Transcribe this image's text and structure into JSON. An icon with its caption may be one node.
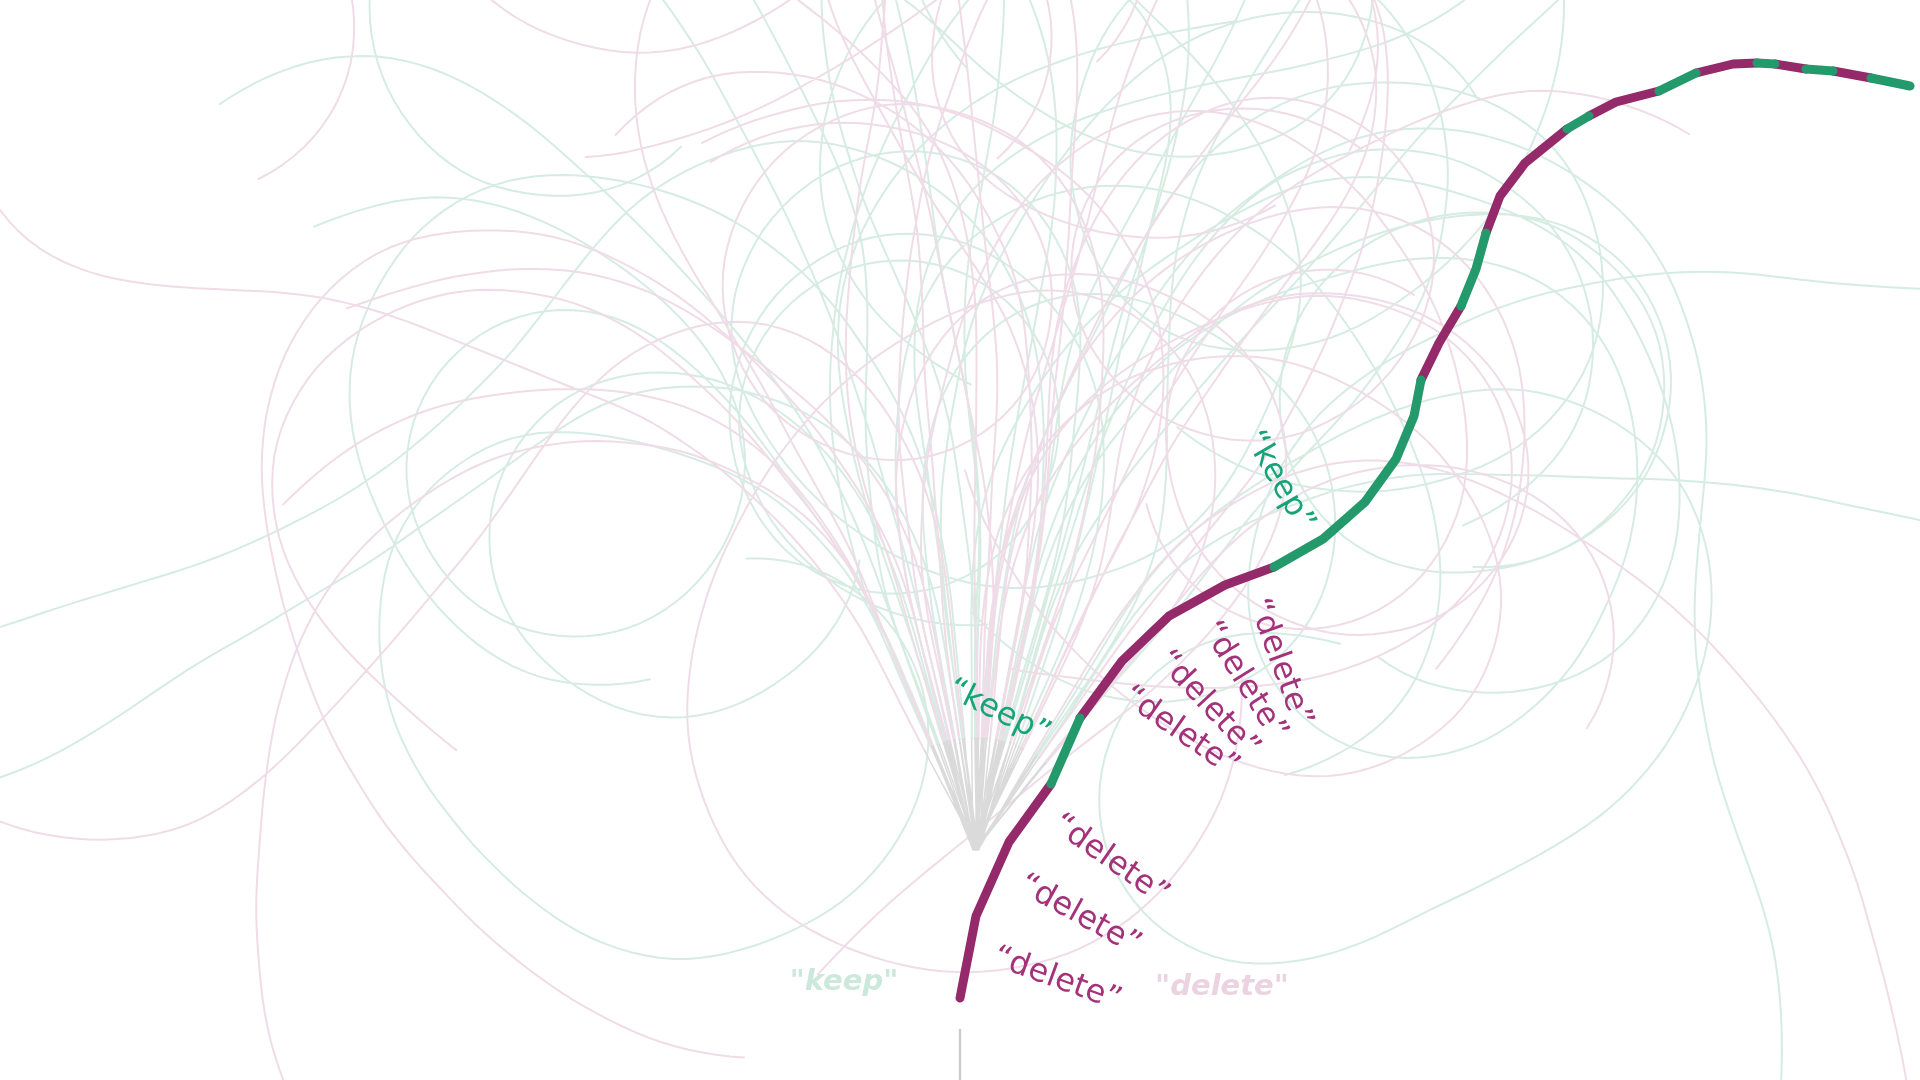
{
  "diagram": {
    "labels": [
      "“keep”",
      "“keep”",
      "“delete”",
      "“delete”",
      "“delete”",
      "“delete”",
      "“delete”",
      "“delete”",
      "\"keep\"",
      "“delete”",
      "\"delete\""
    ]
  }
}
